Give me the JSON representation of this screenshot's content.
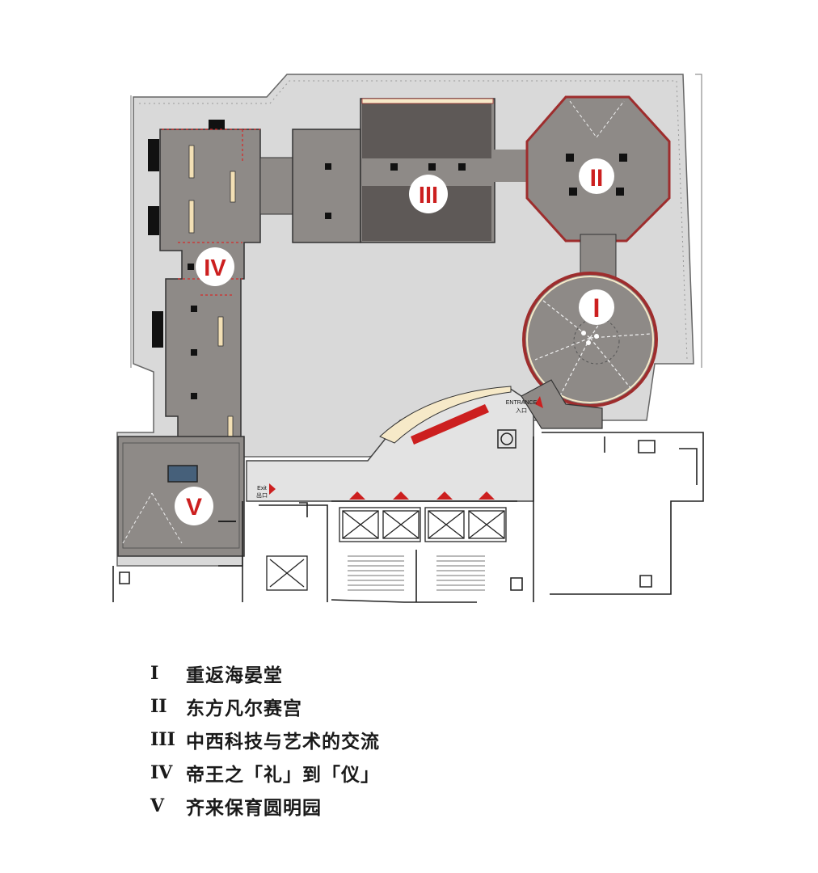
{
  "floorplan": {
    "zones": [
      {
        "numeral": "I"
      },
      {
        "numeral": "II"
      },
      {
        "numeral": "III"
      },
      {
        "numeral": "IV"
      },
      {
        "numeral": "V"
      }
    ],
    "entrance_label_en": "ENTRANCE",
    "entrance_label_zh": "入口",
    "exit_label_en": "Exit",
    "exit_label_zh": "出口"
  },
  "legend": [
    {
      "numeral": "I",
      "name": "重返海晏堂"
    },
    {
      "numeral": "II",
      "name": "东方凡尔赛宫"
    },
    {
      "numeral": "III",
      "name": "中西科技与艺术的交流"
    },
    {
      "numeral": "IV",
      "name": "帝王之「礼」到「仪」"
    },
    {
      "numeral": "V",
      "name": "齐来保育圆明园"
    }
  ],
  "colors": {
    "hall_gray": "#8e8a87",
    "dark_room": "#5e5957",
    "outer_floor": "#d8d8d8",
    "corridor": "#e4e4e4",
    "accent_red": "#cc1f1f",
    "wall_cream": "#f6e9c8"
  }
}
